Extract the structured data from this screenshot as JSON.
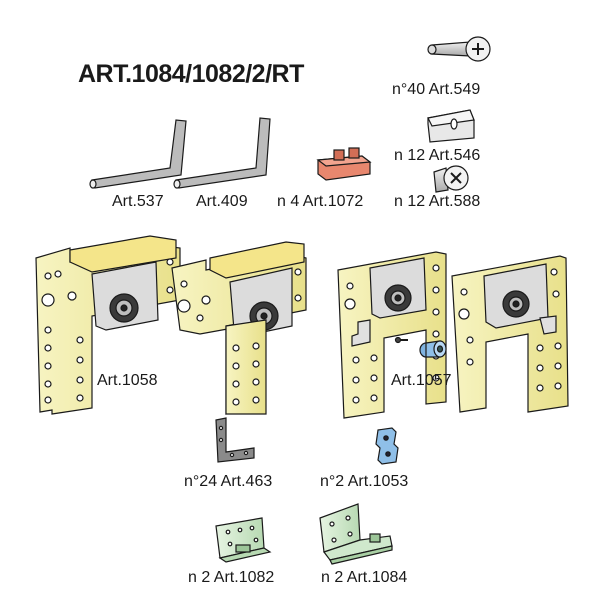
{
  "title": "ART.1084/1082/2/RT",
  "labels": {
    "art549": "n°40 Art.549",
    "art546": "n 12 Art.546",
    "art537": "Art.537",
    "art409": "Art.409",
    "art1072": "n 4 Art.1072",
    "art588": "n 12 Art.588",
    "art1058": "Art.1058",
    "art1057": "Art.1057",
    "art463": "n°24 Art.463",
    "art1053": "n°2 Art.1053",
    "art1082": "n 2 Art.1082",
    "art1084": "n 2 Art.1084"
  },
  "colors": {
    "outline": "#1a1a1a",
    "bracket_yellow": "#f2eeaa",
    "steel": "#d0d0d0",
    "salmon": "#e8876e",
    "light_blue": "#8fbfe8",
    "mint": "#cfe8cc",
    "dark_grey": "#8a8a8a"
  }
}
